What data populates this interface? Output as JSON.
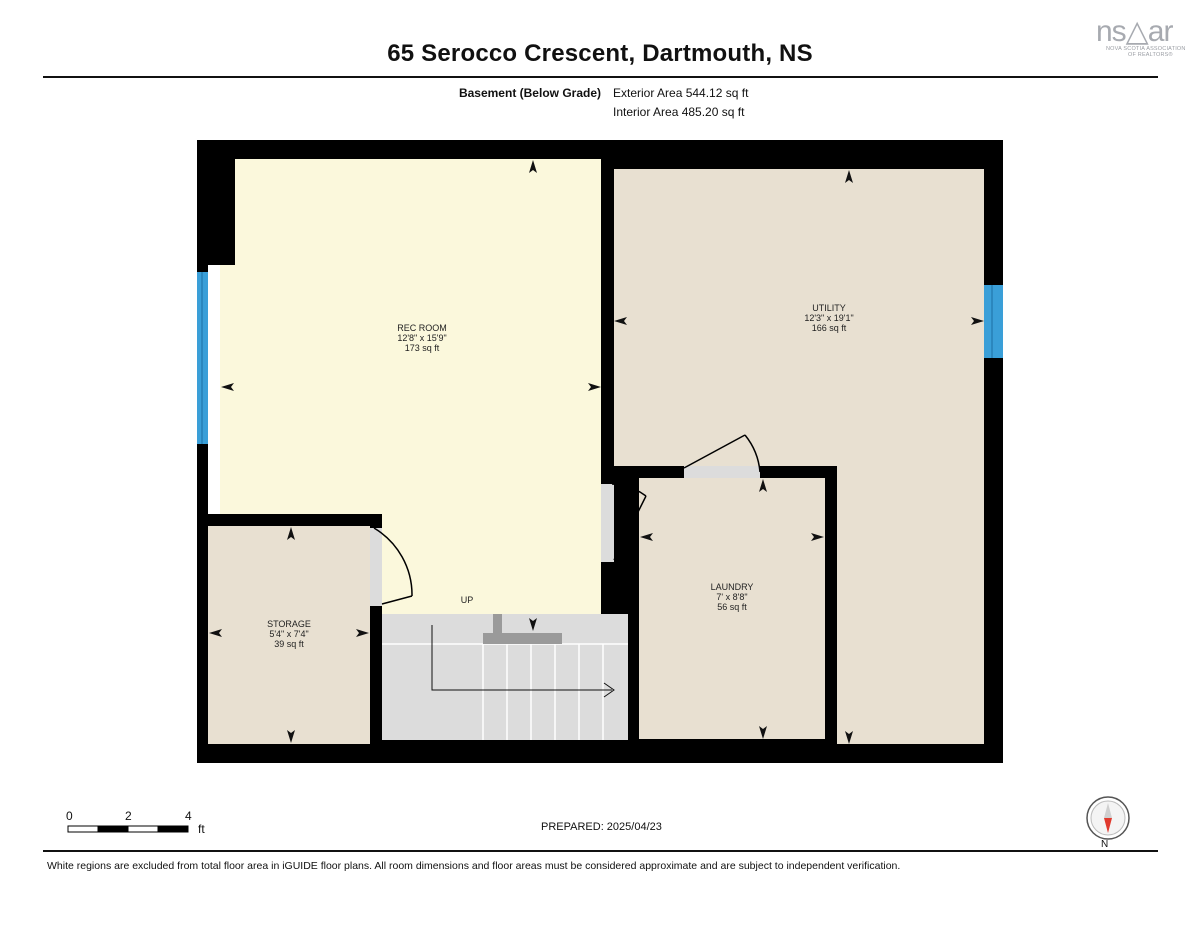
{
  "header": {
    "title": "65 Serocco Crescent, Dartmouth, NS",
    "logo_text": "ns△ar",
    "logo_subtext_1": "NOVA SCOTIA ASSOCIATION",
    "logo_subtext_2": "OF REALTORS®"
  },
  "level": {
    "name": "Basement (Below Grade)",
    "exterior_area": "Exterior Area 544.12 sq ft",
    "interior_area": "Interior Area 485.20 sq ft"
  },
  "rooms": {
    "rec_room": {
      "name": "REC ROOM",
      "dims": "12'8\" x 15'9\"",
      "area": "173 sq ft"
    },
    "utility": {
      "name": "UTILITY",
      "dims": "12'3\" x 19'1\"",
      "area": "166 sq ft"
    },
    "laundry": {
      "name": "LAUNDRY",
      "dims": "7' x 8'8\"",
      "area": "56 sq ft"
    },
    "storage": {
      "name": "STORAGE",
      "dims": "5'4\" x 7'4\"",
      "area": "39 sq ft"
    },
    "stairs_label": "UP"
  },
  "scale": {
    "ticks": [
      "0",
      "2",
      "4"
    ],
    "unit": "ft"
  },
  "prepared": "PREPARED: 2025/04/23",
  "compass_label": "N",
  "footer_note": "White regions are excluded from total floor area in iGUIDE floor plans. All room dimensions and floor areas must be considered approximate and are subject to independent verification.",
  "colors": {
    "wall": "#000000",
    "rec_room_fill": "#fbf8dc",
    "room_fill": "#e8e0d1",
    "stairs_fill": "#dcdcdc",
    "window": "#3a9fd8",
    "compass_needle": "#e03a2e"
  }
}
